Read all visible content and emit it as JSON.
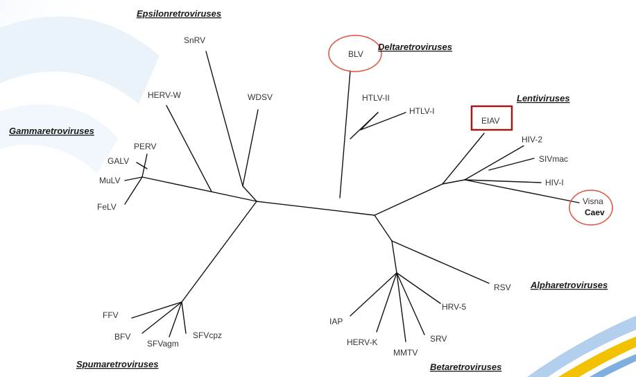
{
  "colors": {
    "branch": "#111111",
    "highlight_circle": "#e0503a",
    "highlight_box": "#a01818",
    "decor_blue": "#9fc4e8",
    "decor_yellow": "#f2c200"
  },
  "families": {
    "epsilon": "Epsilonretroviruses",
    "delta": "Deltaretroviruses",
    "lenti": "Lentiviruses",
    "gamma": "Gammaretroviruses",
    "alpha": "Alpharetroviruses",
    "spuma": "Spumaretroviruses",
    "beta": "Betaretroviruses"
  },
  "taxa": {
    "snrv": "SnRV",
    "herv_w": "HERV-W",
    "wdsv": "WDSV",
    "perv": "PERV",
    "galv": "GALV",
    "mulv": "MuLV",
    "felv": "FeLV",
    "blv": "BLV",
    "htlv2": "HTLV-II",
    "htlv1": "HTLV-I",
    "eiav": "EIAV",
    "hiv2": "HIV-2",
    "sivmac": "SIVmac",
    "hiv1": "HIV-I",
    "visna": "Visna",
    "caev": "Caev",
    "rsv": "RSV",
    "hrv5": "HRV-5",
    "iap": "IAP",
    "herv_k": "HERV-K",
    "mmtv": "MMTV",
    "srv": "SRV",
    "ffv": "FFV",
    "bfv": "BFV",
    "sfvagm": "SFVagm",
    "sfvcpz": "SFVcpz"
  },
  "highlights": {
    "circled": [
      "BLV",
      "Visna / Caev"
    ],
    "boxed": [
      "EIAV"
    ]
  }
}
